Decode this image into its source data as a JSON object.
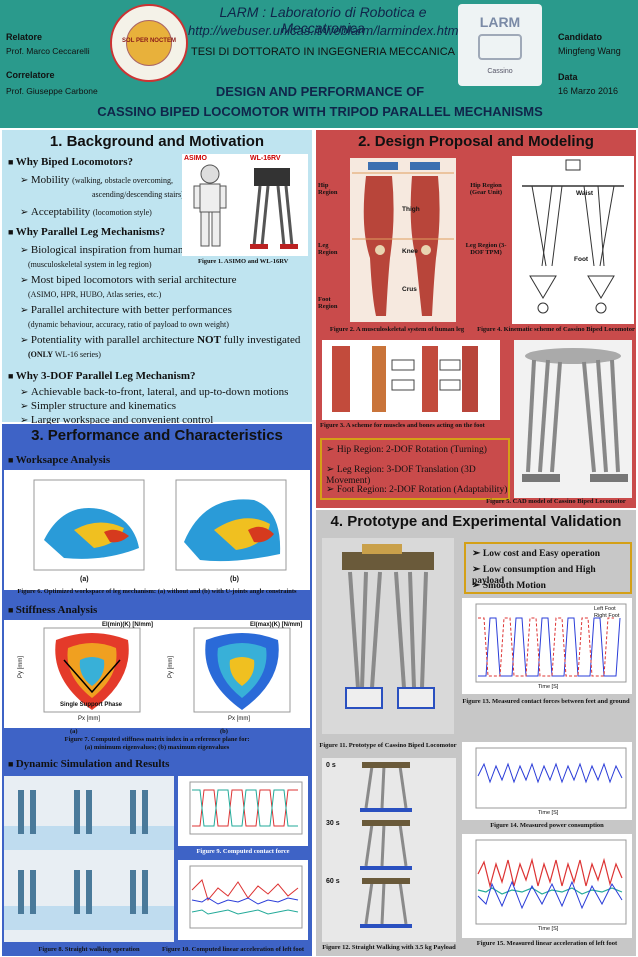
{
  "header": {
    "relatore_label": "Relatore",
    "relatore_name": "Prof. Marco Ceccarelli",
    "correlatore_label": "Correlatore",
    "correlatore_name": "Prof. Giuseppe Carbone",
    "lab_title": "LARM : Laboratorio  di Robotica e Meccatronica",
    "lab_url": "http://webuser.unicas.it/weblarm/larmindex.htm",
    "thesis": "TESI DI DOTTORATO IN INGEGNERIA MECCANICA",
    "title_line1": "DESIGN AND PERFORMANCE OF",
    "title_line2": "CASSINO BIPED LOCOMOTOR WITH TRIPOD PARALLEL MECHANISMS",
    "candidato_label": "Candidato",
    "candidato_name": "Mingfeng Wang",
    "data_label": "Data",
    "data_value": "16 Marzo 2016",
    "logo_left_text": "SOL PER NOCTEM",
    "logo_right_text": "Cassino",
    "logo_right_top": "LARM",
    "colors": {
      "header_bg": "#2a9a8c",
      "title": "#10254a"
    }
  },
  "section1": {
    "title": "1. Background and Motivation",
    "q1": "Why Biped Locomotors?",
    "b1a": "Mobility",
    "b1a_note": "(walking, obstacle overcoming,",
    "b1a_note2": "ascending/descending stairs)",
    "b1b": "Acceptability",
    "b1b_note": "(locomotion style)",
    "q2": "Why Parallel Leg Mechanisms?",
    "b2a": "Biological inspiration from human leg",
    "b2a_note": "(musculoskeletal system in leg region)",
    "fig1": "Figure 1. ASIMO and WL-16RV",
    "asimo": "ASIMO",
    "wl": "WL-16RV",
    "b2b": "Most biped locomotors with serial architecture",
    "b2b_note": "(ASIMO, HPR, HUBO, Atlas series, etc.)",
    "b2c": "Parallel architecture with better performances",
    "b2c_note": "(dynamic behaviour, accuracy, ratio of payload to own weight)",
    "b2d_pre": "Potentiality with parallel  architecture",
    "b2d_not": "NOT",
    "b2d_post": "fully investigated",
    "b2d_note_b": "(ONLY",
    "b2d_note": "WL-16 series)",
    "q3": "Why 3-DOF Parallel Leg Mechanism?",
    "b3a": "Achievable back-to-front, lateral, and up-to-down motions",
    "b3b": "Simpler structure and kinematics",
    "b3c": "Larger workspace and convenient control"
  },
  "section2": {
    "title": "2. Design Proposal and Modeling",
    "hip_region": "Hip Region",
    "leg_region": "Leg Region",
    "foot_region": "Foot Region",
    "thigh": "Thigh",
    "knee": "Knee",
    "crus": "Crus",
    "hip_gear": "Hip Region (Gear Unit)",
    "leg_tpm": "Leg Region (3-DOF TPM)",
    "waist": "Waist",
    "foot": "Foot",
    "fig2": "Figure 2. A musculoskeletal system of human leg",
    "fig4": "Figure 4. Kinematic scheme of Cassino Biped Locomotor",
    "fig3": "Figure 3. A scheme for muscles and bones acting on the foot",
    "hip_dof": "Hip Region: 2-DOF Rotation (Turning)",
    "leg_dof": "Leg Region: 3-DOF Translation (3D Movement)",
    "foot_dof": "Foot Region: 2-DOF Rotation (Adaptability)",
    "fig5": "Figure 5. CAD model of Cassino Biped Locomotor"
  },
  "section3": {
    "title": "3. Performance and Characteristics",
    "workspace": "Worksapce Analysis",
    "sub_a": "(a)",
    "sub_b": "(b)",
    "fig6": "Figure 6. Optimized workspace of leg mechanism: (a) without and (b) with U-joints angle constraints",
    "stiffness": "Stiffness Analysis",
    "eimin": "EI(min)(K) [N/mm]",
    "eimax": "EI(max)(K) [N/mm]",
    "ssp": "Single Support Phase",
    "fig7a": "Figure 7. Computed stiffness matrix index in a reference plane for:",
    "fig7b": "(a) minimum eigenvalues; (b) maximum eigenvalues",
    "px": "Px [mm]",
    "py": "Py [mm]",
    "dynamic": "Dynamic Simulation and Results",
    "fig8": "Figure 8. Straight walking operation",
    "fig9": "Figure 9. Computed contact force",
    "fig10": "Figure 10. Computed linear acceleration of left foot"
  },
  "section4": {
    "title": "4. Prototype and Experimental Validation",
    "adv1": "Low cost and Easy operation",
    "adv2": "Low consumption and High payload",
    "adv3": "Smooth Motion",
    "fig11": "Figure 11.  Prototype of Cassino Biped Locomotor",
    "fig13": "Figure 13. Measured contact forces between feet and ground",
    "t0": "0 s",
    "t30": "30 s",
    "t60": "60 s",
    "fig14": "Figure 14. Measured power consumption",
    "fig12": "Figure 12. Straight Walking with 3.5 kg Payload",
    "fig15": "Figure 15. Measured linear acceleration of left foot",
    "left_foot": "Left Foot",
    "right_foot": "Right Foot",
    "xaxis": "Time [S]"
  }
}
